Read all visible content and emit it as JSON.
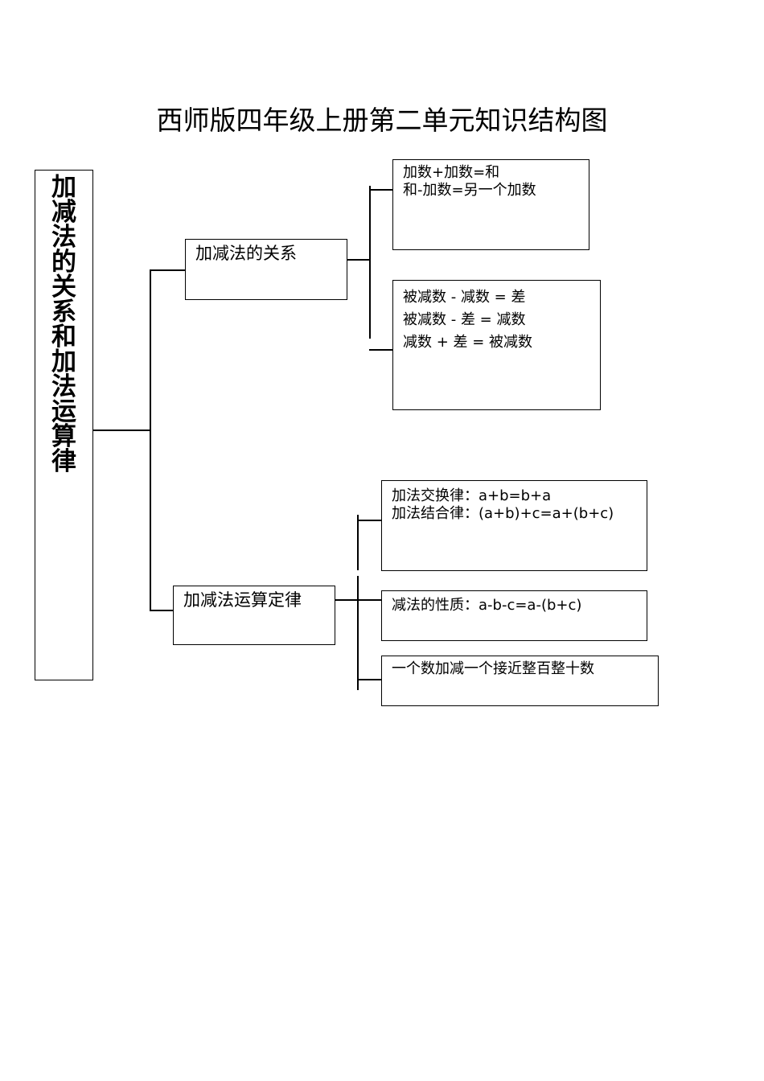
{
  "title": "西师版四年级上册第二单元知识结构图",
  "root": {
    "label": "加减法的关系和加法运算律"
  },
  "branches": [
    {
      "label": "加减法的关系",
      "leaves": [
        {
          "lines": [
            "加数+加数=和",
            "和-加数=另一个加数"
          ]
        },
        {
          "lines": [
            "被减数 - 减数 = 差",
            "被减数 - 差 = 减数",
            "减数 + 差 = 被减数"
          ]
        }
      ]
    },
    {
      "label": "加减法运算定律",
      "leaves": [
        {
          "lines": [
            "加法交换律：a+b=b+a",
            "加法结合律：(a+b)+c=a+(b+c)"
          ]
        },
        {
          "lines": [
            "减法的性质：a-b-c=a-(b+c)"
          ]
        },
        {
          "lines": [
            "一个数加减一个接近整百整十数"
          ]
        }
      ]
    }
  ]
}
